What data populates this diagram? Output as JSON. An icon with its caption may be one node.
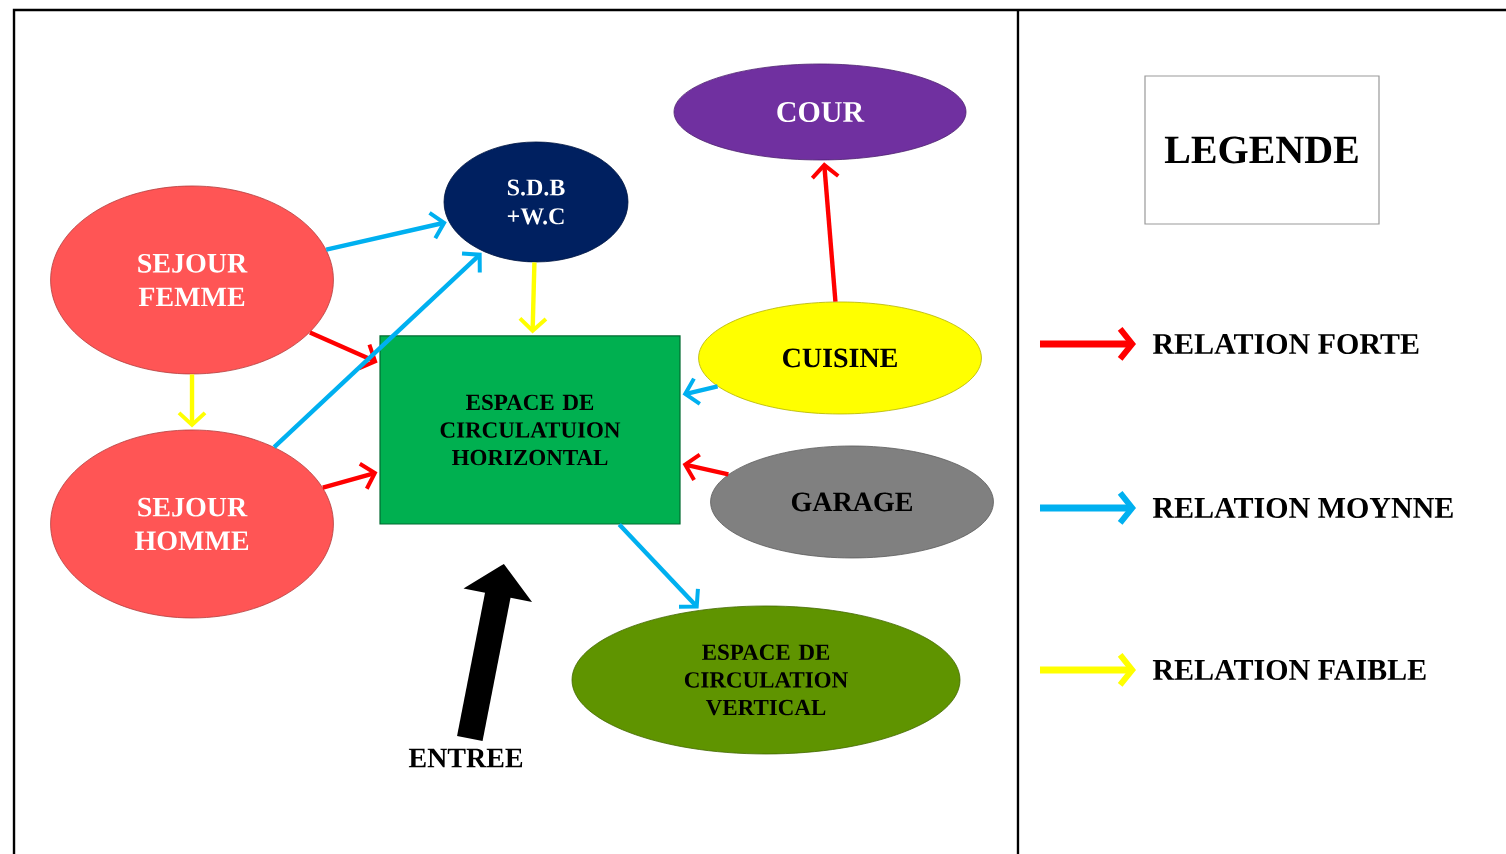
{
  "diagram": {
    "nodes": [
      {
        "text": [
          "SEJOUR FEMME"
        ]
      },
      {
        "text": [
          "SEJOUR HOMME"
        ]
      },
      {
        "text": [
          "S.D.B +W.C"
        ]
      },
      {
        "text": [
          "COUR"
        ]
      },
      {
        "text": [
          "ESPACE DE CIRCULATUION HORIZONTAL"
        ]
      },
      {
        "text": [
          "CUISINE"
        ]
      },
      {
        "text": [
          "GARAGE"
        ]
      },
      {
        "text": [
          "ESPACE DE CIRCULATION VERTICAL"
        ]
      },
      {
        "text": [
          "ENTREE"
        ]
      },
      {
        "text": [
          "LEGENDE"
        ]
      }
    ],
    "edges": [
      {
        "from": 0,
        "to": 2,
        "arrow": "to",
        "color": "#00b0f0"
      },
      {
        "from": 0,
        "to": 4,
        "arrow": "to",
        "color": "#ff0000"
      },
      {
        "from": 0,
        "to": 1,
        "arrow": "to",
        "color": "#ffff00"
      },
      {
        "from": 1,
        "to": 2,
        "arrow": "to",
        "color": "#00b0f0"
      },
      {
        "from": 1,
        "to": 4,
        "arrow": "to",
        "color": "#ff0000"
      },
      {
        "from": 2,
        "to": 4,
        "arrow": "to",
        "color": "#ffff00"
      },
      {
        "from": 5,
        "to": 3,
        "arrow": "to",
        "color": "#ff0000"
      },
      {
        "from": 5,
        "to": 4,
        "arrow": "to",
        "color": "#00b0f0"
      },
      {
        "from": 6,
        "to": 4,
        "arrow": "to",
        "color": "#ff0000"
      },
      {
        "from": 4,
        "to": 7,
        "arrow": "to",
        "color": "#00b0f0"
      },
      {
        "from": 8,
        "to": 4,
        "arrow": "to",
        "style": "thick",
        "color": "#000000"
      }
    ],
    "legend": [
      {
        "text": "RELATION FORTE",
        "color": "#ff0000"
      },
      {
        "text": "RELATION MOYNNE",
        "color": "#00b0f0"
      },
      {
        "text": "RELATION FAIBLE",
        "color": "#ffff00"
      }
    ]
  }
}
